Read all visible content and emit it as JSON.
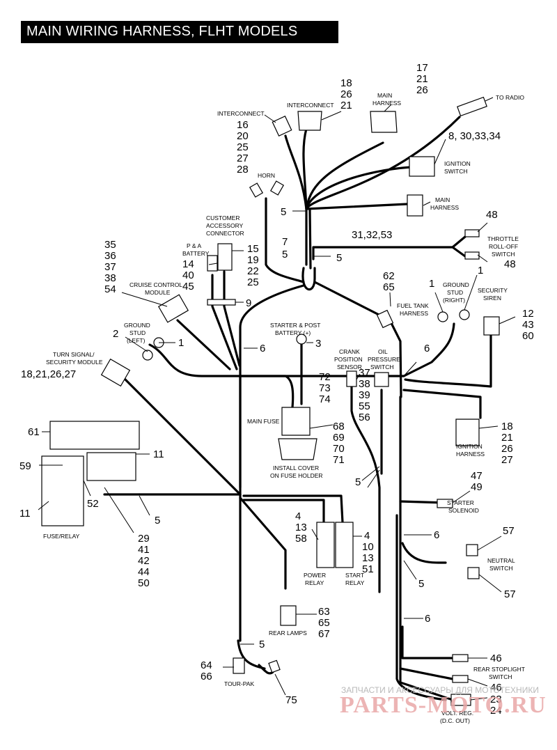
{
  "title": "MAIN WIRING HARNESS, FLHT MODELS",
  "watermark": {
    "line1": "ЗАПЧАСТИ И АКСЕССУАРЫ ДЛЯ МОТОТЕХНИКИ",
    "line2": "PARTS-MOTO.RU"
  },
  "labels": {
    "to_radio": "TO RADIO",
    "main_harness_top": [
      "MAIN",
      "HARNESS"
    ],
    "interconnect_top": "INTERCONNECT",
    "interconnect_left": "INTERCONNECT",
    "ignition_switch": [
      "IGNITION",
      "SWITCH"
    ],
    "horn": "HORN",
    "main_harness_right": [
      "MAIN",
      "HARNESS"
    ],
    "customer_accessory": [
      "CUSTOMER",
      "ACCESSORY",
      "CONNECTOR"
    ],
    "pa_battery": [
      "P & A",
      "BATTERY"
    ],
    "throttle_rolloff": [
      "THROTTLE",
      "ROLL-OFF",
      "SWITCH"
    ],
    "cruise_control": [
      "CRUISE CONTROL",
      "MODULE"
    ],
    "fuel_tank_harness": [
      "FUEL TANK",
      "HARNESS"
    ],
    "ground_stud_right": [
      "GROUND",
      "STUD",
      "(RIGHT)"
    ],
    "security_siren": [
      "SECURITY",
      "SIREN"
    ],
    "ground_stud_left": [
      "GROUND",
      "STUD",
      "(LEFT)"
    ],
    "starter_post": [
      "STARTER & POST",
      "BATTERY (+)"
    ],
    "turn_signal": [
      "TURN SIGNAL/",
      "SECURITY MODULE"
    ],
    "crank_position": [
      "CRANK",
      "POSITION",
      "SENSOR"
    ],
    "oil_pressure": [
      "OIL",
      "PRESSURE",
      "SWITCH"
    ],
    "main_fuse": "MAIN FUSE",
    "ignition_harness": [
      "IGNITION",
      "HARNESS"
    ],
    "install_cover": [
      "INSTALL COVER",
      "ON FUSE HOLDER"
    ],
    "fuse_relay": "FUSE/RELAY",
    "starter_solenoid": [
      "STARTER",
      "SOLENOID"
    ],
    "power_relay": [
      "POWER",
      "RELAY"
    ],
    "start_relay": [
      "START",
      "RELAY"
    ],
    "neutral_switch": [
      "NEUTRAL",
      "SWITCH"
    ],
    "rear_lamps": "REAR LAMPS",
    "tour_pak": "TOUR-PAK",
    "rear_stoplight": [
      "REAR STOPLIGHT",
      "SWITCH"
    ],
    "volt_reg": [
      "VOLT. REG.",
      "(D.C. OUT)"
    ]
  },
  "callouts": {
    "main_harness_top": [
      "17",
      "21",
      "26"
    ],
    "interconnect_top": [
      "18",
      "26",
      "21"
    ],
    "interconnect_left": [
      "16",
      "20",
      "25",
      "27",
      "28"
    ],
    "ignition_switch": "8, 30,33,34",
    "main_harness_right": "31,32,53",
    "throttle_top": "48",
    "throttle_bottom": "48",
    "clip_upper": "5",
    "clip_mid_left": [
      "7",
      "5"
    ],
    "clip_mid_right": "5",
    "customer_accessory": [
      "15",
      "19",
      "22",
      "25"
    ],
    "pa_battery": [
      "14",
      "40",
      "45"
    ],
    "cruise_control": [
      "35",
      "36",
      "37",
      "38",
      "54"
    ],
    "clip_9": "9",
    "fuel_tank": [
      "62",
      "65"
    ],
    "ground_right": "1",
    "security_siren_lead": "1",
    "security_siren": [
      "12",
      "43",
      "60"
    ],
    "ground_left_num": "2",
    "ground_left_1": "1",
    "clip_6_center": "6",
    "starter_post": "3",
    "turn_signal": "18,21,26,27",
    "clip_6_right": "6",
    "crank_position": [
      "72",
      "73",
      "74"
    ],
    "oil_pressure": [
      "37",
      "38",
      "39",
      "55",
      "56"
    ],
    "main_fuse": [
      "68",
      "69",
      "70",
      "71"
    ],
    "ignition_harness": [
      "18",
      "21",
      "26",
      "27"
    ],
    "fuse_61": "61",
    "fuse_59": "59",
    "fuse_11_a": "11",
    "fuse_11_b": "11",
    "fuse_52": "52",
    "fuse_5": "5",
    "clip_5_low": "5",
    "fuse_bottom": [
      "29",
      "41",
      "42",
      "44",
      "50"
    ],
    "starter_solenoid": [
      "47",
      "49"
    ],
    "power_relay": [
      "4",
      "13",
      "58"
    ],
    "start_relay": [
      "4",
      "10",
      "13",
      "51"
    ],
    "clip_6_lower": "6",
    "neutral_top": "57",
    "neutral_bottom": "57",
    "clip_5_right_low": "5",
    "rear_lamps": [
      "63",
      "65",
      "67"
    ],
    "clip_6_bottom": "6",
    "clip_5_bottom": "5",
    "tour_pak": [
      "64",
      "66"
    ],
    "tour_75": "75",
    "rear_stoplight_top": "46",
    "rear_stoplight_bottom": "46",
    "volt_reg": [
      "23",
      "24"
    ]
  }
}
